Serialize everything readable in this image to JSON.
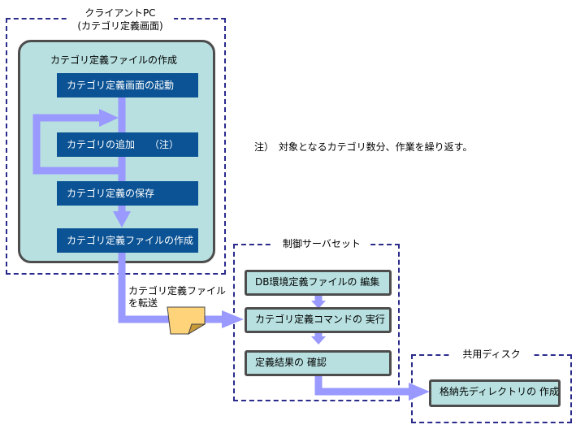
{
  "client": {
    "title_line1": "クライアントPC",
    "title_line2": "(カテゴリ定義画面)",
    "panel_title": "カテゴリ定義ファイルの作成",
    "steps": [
      {
        "label": "カテゴリ定義画面の起動"
      },
      {
        "label": "カテゴリの追加　　（注）"
      },
      {
        "label": "カテゴリ定義の保存"
      },
      {
        "label": "カテゴリ定義ファイルの作成"
      }
    ]
  },
  "note": "注）　対象となるカテゴリ数分、作業を繰り返す。",
  "transfer_label_line1": "カテゴリ定義ファイル",
  "transfer_label_line2": "を転送",
  "server": {
    "title": "制御サーバセット",
    "steps": [
      {
        "label": "DB環境定義ファイルの 編集"
      },
      {
        "label": "カテゴリ定義コマンドの 実行"
      },
      {
        "label": "定義結果の 確認"
      }
    ]
  },
  "disk": {
    "title": "共用ディスク",
    "step": "格納先ディレクトリの 作成"
  },
  "colors": {
    "step_navy": "#0b5394",
    "panel_teal": "#b8e0e0",
    "arrow_lavender": "#9999ff",
    "border_dash": "#2b2b8c"
  }
}
